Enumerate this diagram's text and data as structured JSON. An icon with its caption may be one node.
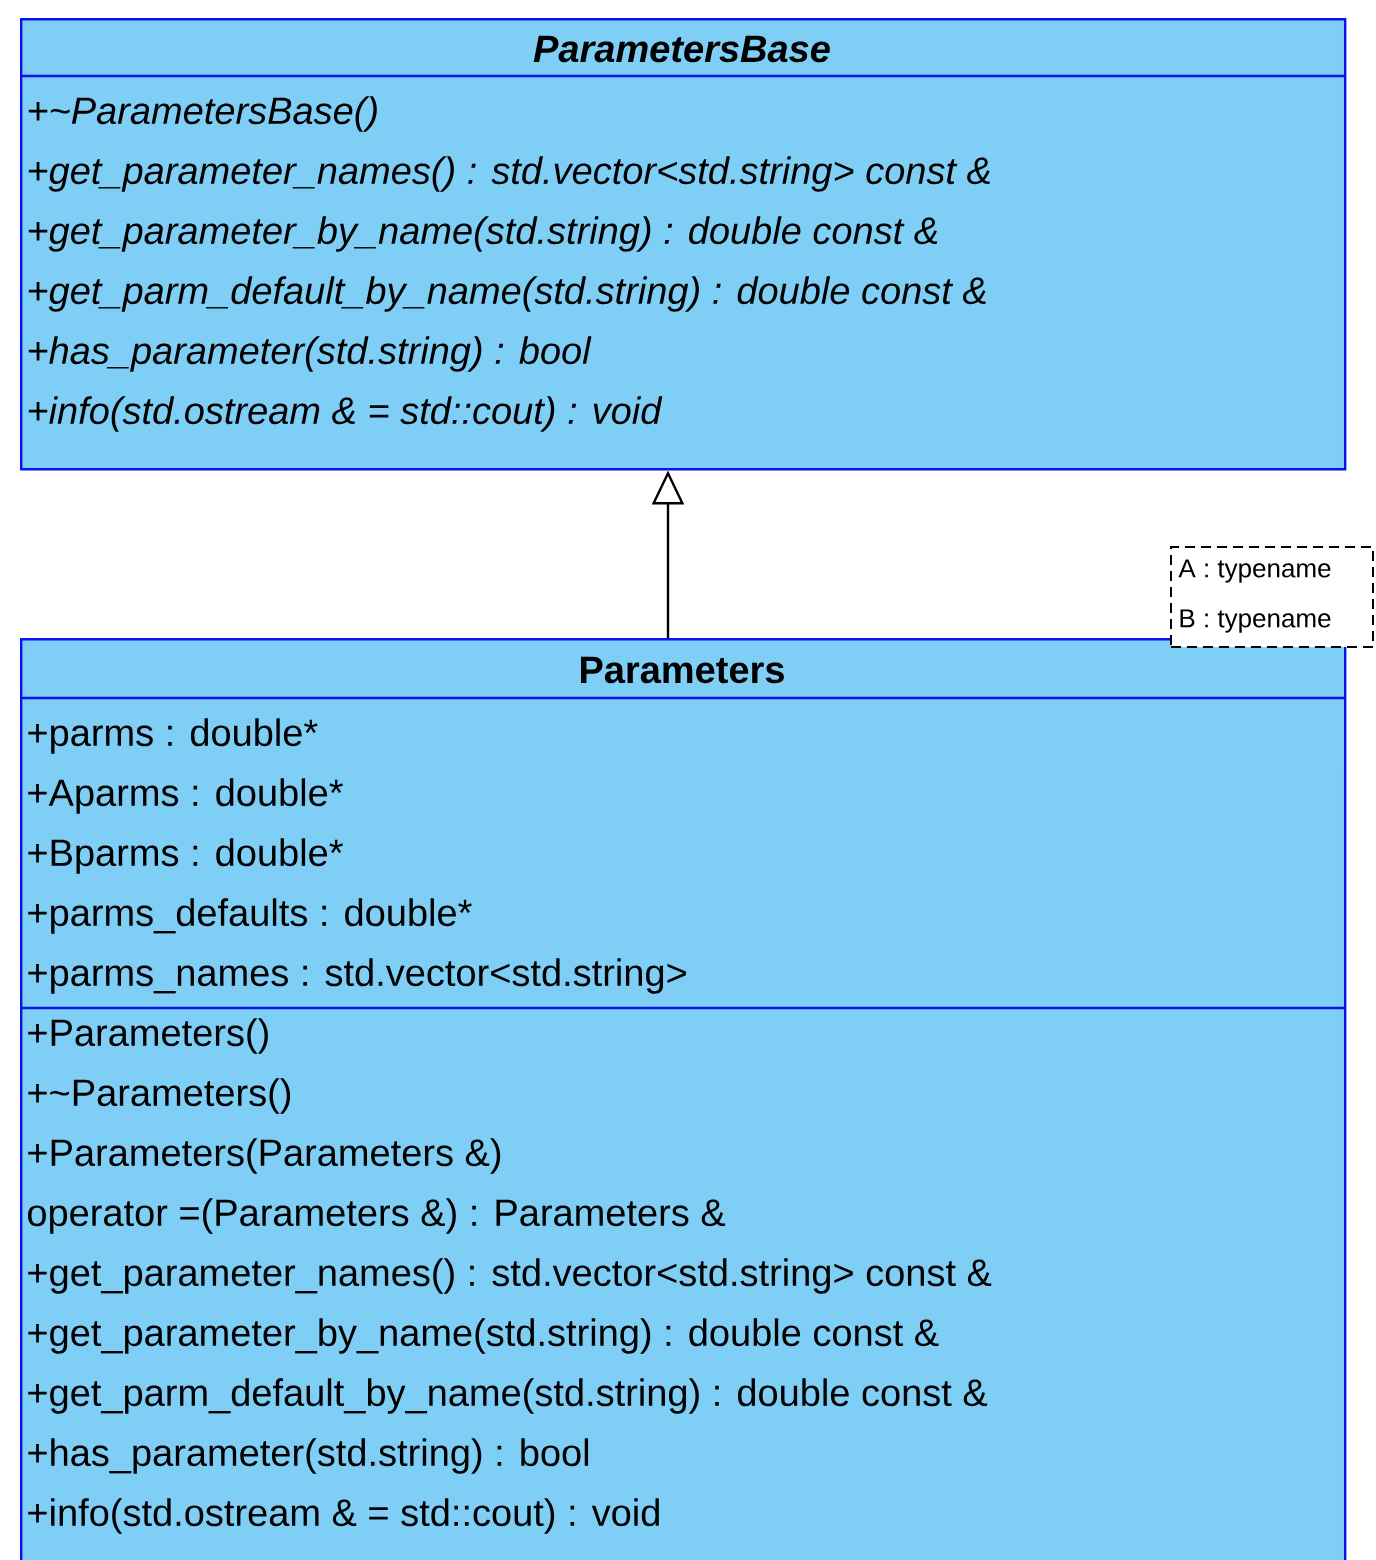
{
  "diagram": {
    "nodes": [
      {
        "text": [
          "ParametersBase",
          "+~ParametersBase()",
          "+get_parameter_names() : std.vector<std.string> const &",
          "+get_parameter_by_name(std.string) : double const &",
          "+get_parm_default_by_name(std.string) : double const &",
          "+has_parameter(std.string) : bool",
          "+info(std.ostream & = std::cout) : void"
        ]
      },
      {
        "text": [
          "Parameters",
          "+parms : double*",
          "+Aparms : double*",
          "+Bparms : double*",
          "+parms_defaults : double*",
          "+parms_names : std.vector<std.string>",
          "+Parameters()",
          "+~Parameters()",
          "+Parameters(Parameters &)",
          "operator =(Parameters &) : Parameters &",
          "+get_parameter_names() : std.vector<std.string> const &",
          "+get_parameter_by_name(std.string) : double const &",
          "+get_parm_default_by_name(std.string) : double const &",
          "+has_parameter(std.string) : bool",
          "+info(std.ostream & = std::cout) : void"
        ]
      },
      {
        "text": [
          "A : typename",
          "B : typename"
        ]
      }
    ],
    "edges": [
      {
        "from": 1,
        "to": 0,
        "arrow": "to"
      }
    ]
  }
}
